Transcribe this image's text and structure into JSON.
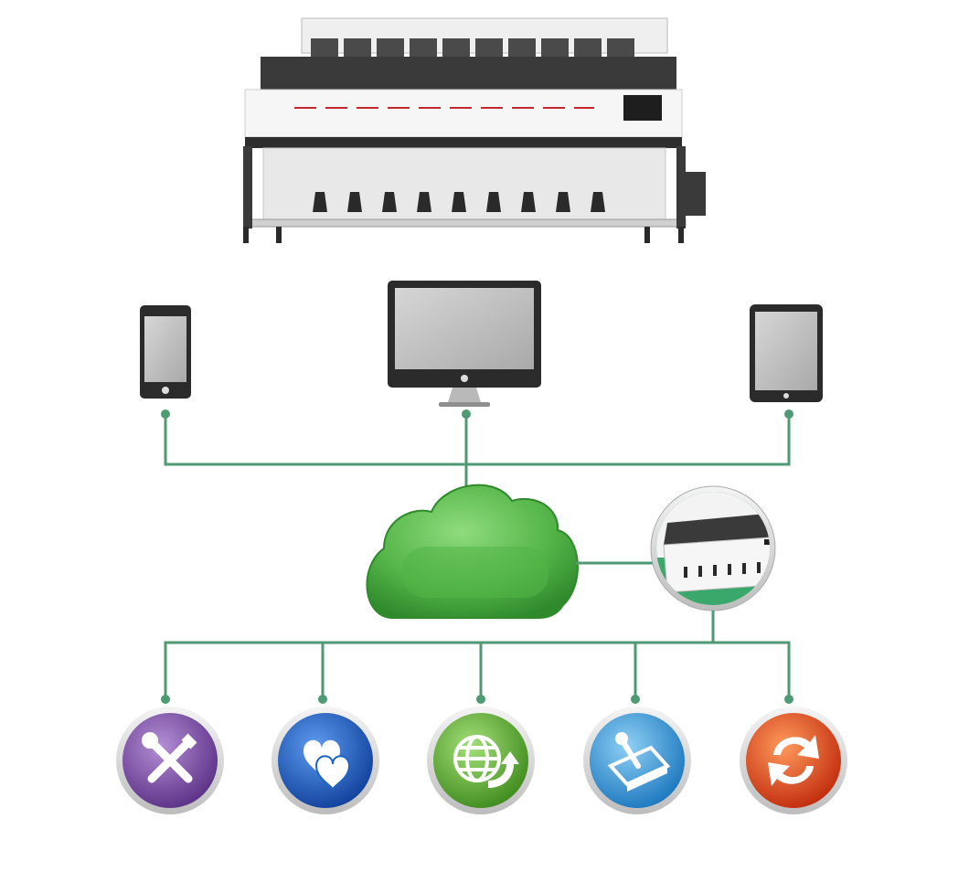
{
  "colors": {
    "connector": "#4e9a73",
    "cloud_light": "#7bd06a",
    "cloud_dark": "#3f9a3a",
    "device_frame": "#2b2b2b",
    "device_screen": "#c4c4c4",
    "machine_body": "#f2f2f2",
    "machine_dark": "#3a3a3a",
    "machine_accent": "#c0282d"
  },
  "machine": {
    "icon": "color-sorter-machine"
  },
  "devices": [
    {
      "id": "phone",
      "icon": "smartphone-icon"
    },
    {
      "id": "monitor",
      "icon": "monitor-icon"
    },
    {
      "id": "tablet",
      "icon": "tablet-icon"
    }
  ],
  "cloud": {
    "icon": "cloud-icon"
  },
  "machine_thumbnail": {
    "icon": "color-sorter-thumbnail"
  },
  "services": [
    {
      "id": "maintenance",
      "icon": "wrench-screwdriver-icon",
      "color": "#7a4fa1"
    },
    {
      "id": "care",
      "icon": "hearts-icon",
      "color": "#1f63c4"
    },
    {
      "id": "web",
      "icon": "globe-icon",
      "color": "#5aa832"
    },
    {
      "id": "settings",
      "icon": "joystick-panel-icon",
      "color": "#3a9ad8"
    },
    {
      "id": "update",
      "icon": "refresh-arrows-icon",
      "color": "#e04a1c"
    }
  ]
}
